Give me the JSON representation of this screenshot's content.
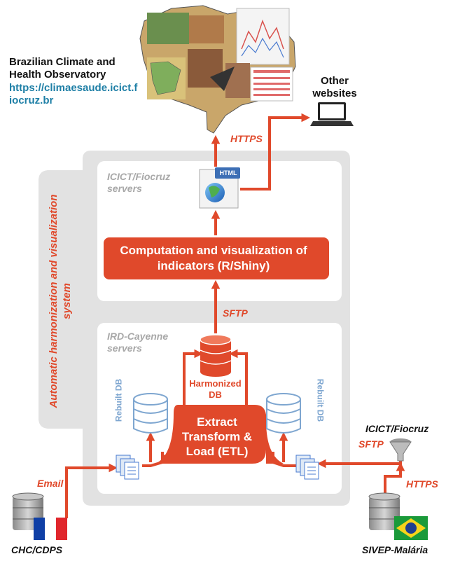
{
  "observatory": {
    "title": "Brazilian Climate and Health Observatory",
    "url": "https://climaesaude.icict.fiocruz.br"
  },
  "other_websites": "Other websites",
  "protocols": {
    "https_top": "HTTPS",
    "sftp_middle": "SFTP",
    "sftp_right": "SFTP",
    "https_right": "HTTPS",
    "email": "Email"
  },
  "icict_servers": "ICICT/Fiocruz servers",
  "ird_servers": "IRD-Cayenne servers",
  "html_badge": "HTML",
  "computation_box": "Computation and visualization of indicators (R/Shiny)",
  "harmonized_db": "Harmonized DB",
  "etl_box": "Extract Transform & Load (ETL)",
  "rebuilt_db_left": "Rebuilt DB",
  "rebuilt_db_right": "Rebuilt DB",
  "system_label": "Automatic harmonization and visualization system",
  "icict_fiocruz_source": "ICICT/Fiocruz",
  "source_left": "CHC/CDPS",
  "source_right": "SIVEP-Malária",
  "colors": {
    "accent": "#e0492b",
    "panel": "#e2e2e2",
    "db_blue": "#7ea6d0",
    "url_blue": "#1e7fa6",
    "france_blue": "#0f3fa6",
    "france_red": "#e0262c",
    "brazil_green": "#1a9a3a",
    "brazil_yellow": "#f6d31a"
  }
}
